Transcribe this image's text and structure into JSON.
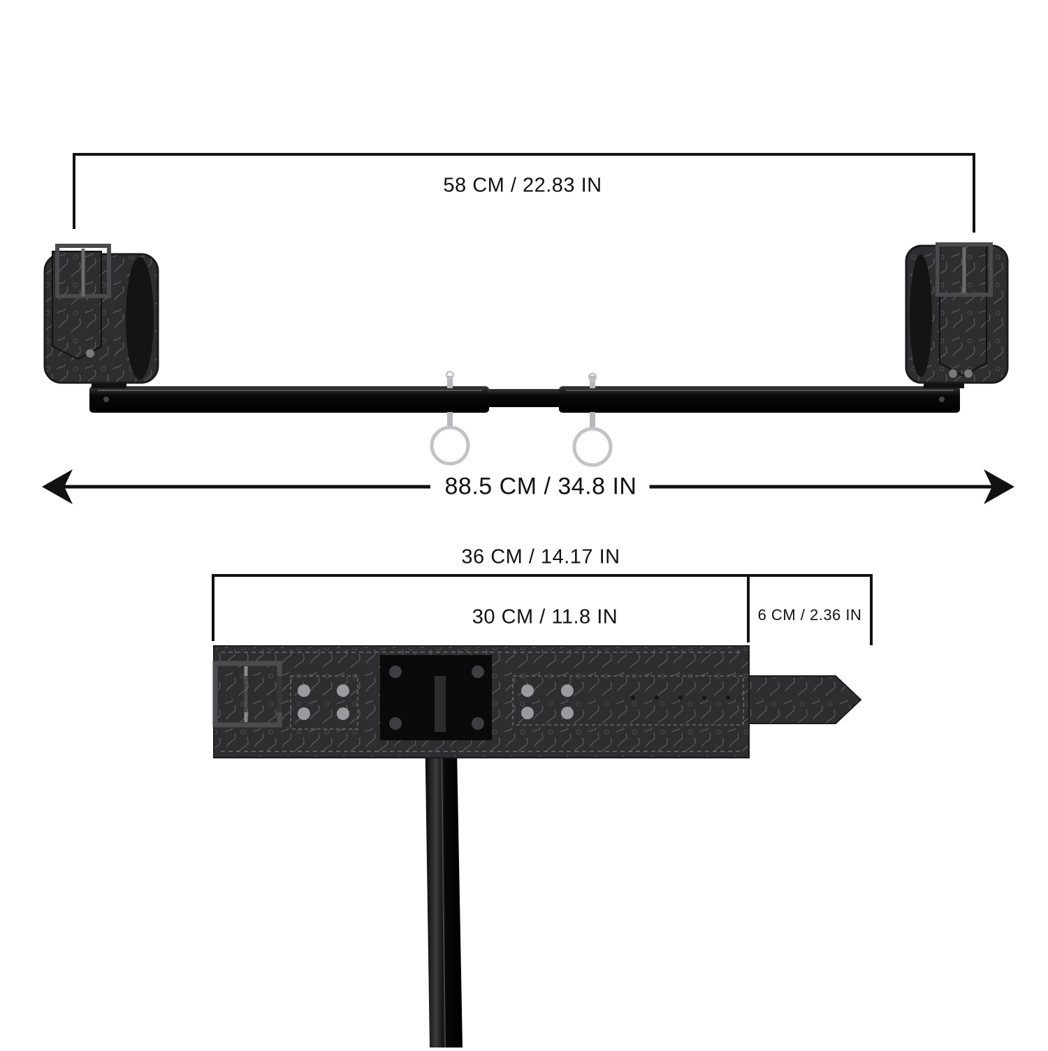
{
  "dimensions": {
    "cuff_span": "58 CM / 22.83 IN",
    "bar_total_length": "88.5 CM / 34.8 IN",
    "cuff_total_length": "36 CM / 14.17 IN",
    "cuff_body_length": "30 CM / 11.8 IN",
    "strap_tip_length": "6 CM / 2.36 IN"
  },
  "colors": {
    "leather": "#2c2c2e",
    "leather_highlight": "#5a5a5e",
    "steel_bar": "#0b0b0b",
    "metal": "#b9b9bd",
    "dimension_line": "#111111"
  }
}
